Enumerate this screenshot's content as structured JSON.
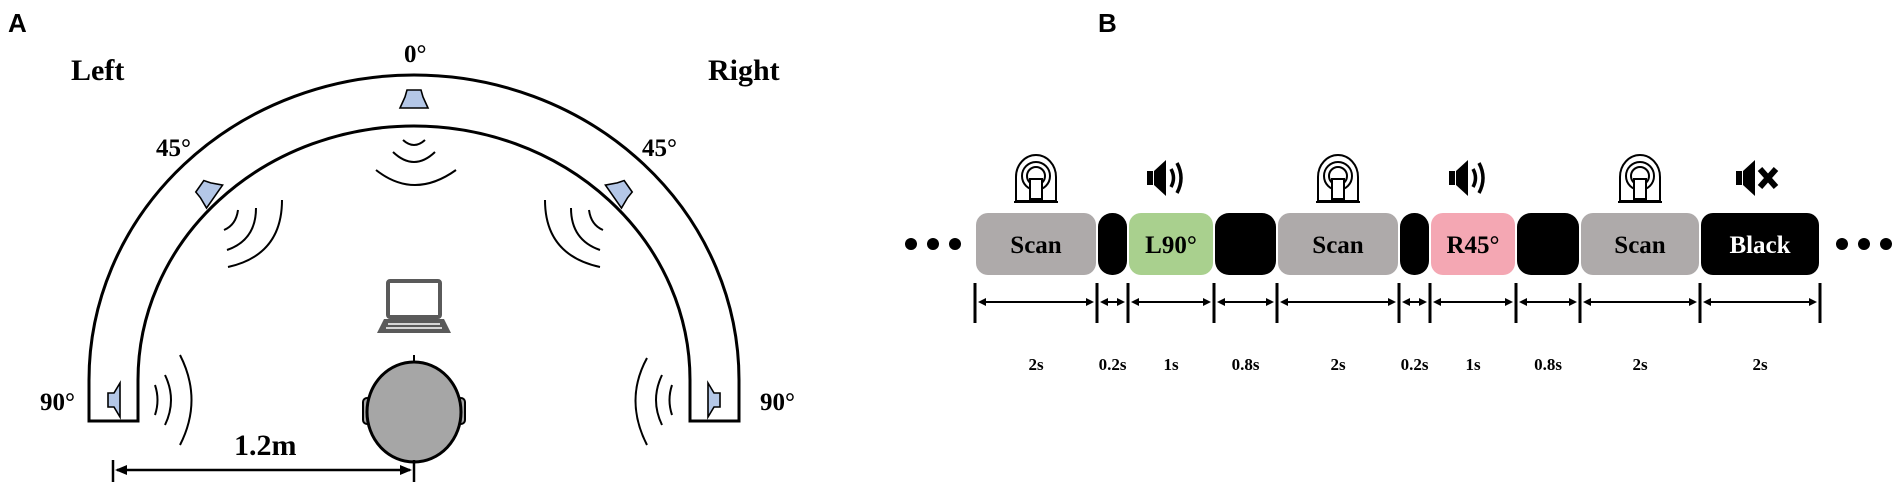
{
  "panel_a": {
    "label": "A",
    "left": "Left",
    "right": "Right",
    "angle_0": "0°",
    "angle_45_left": "45°",
    "angle_45_right": "45°",
    "angle_90_left": "90°",
    "angle_90_right": "90°",
    "distance": "1.2m"
  },
  "panel_b": {
    "label": "B",
    "ellipsis_left": "• • •",
    "ellipsis_right": "• • •",
    "blocks": [
      {
        "label": "Scan",
        "duration": "2s"
      },
      {
        "label": "",
        "duration": "0.2s"
      },
      {
        "label": "L90°",
        "duration": "1s"
      },
      {
        "label": "",
        "duration": "0.8s"
      },
      {
        "label": "Scan",
        "duration": "2s"
      },
      {
        "label": "",
        "duration": "0.2s"
      },
      {
        "label": "R45°",
        "duration": "1s"
      },
      {
        "label": "",
        "duration": "0.8s"
      },
      {
        "label": "Scan",
        "duration": "2s"
      },
      {
        "label": "Black",
        "duration": "2s"
      }
    ]
  },
  "colors": {
    "scan": "#aeaaaa",
    "left_stim": "#a9d08e",
    "right_stim": "#f4a7b3",
    "speaker": "#b4c7e7",
    "head": "#a6a6a6"
  }
}
